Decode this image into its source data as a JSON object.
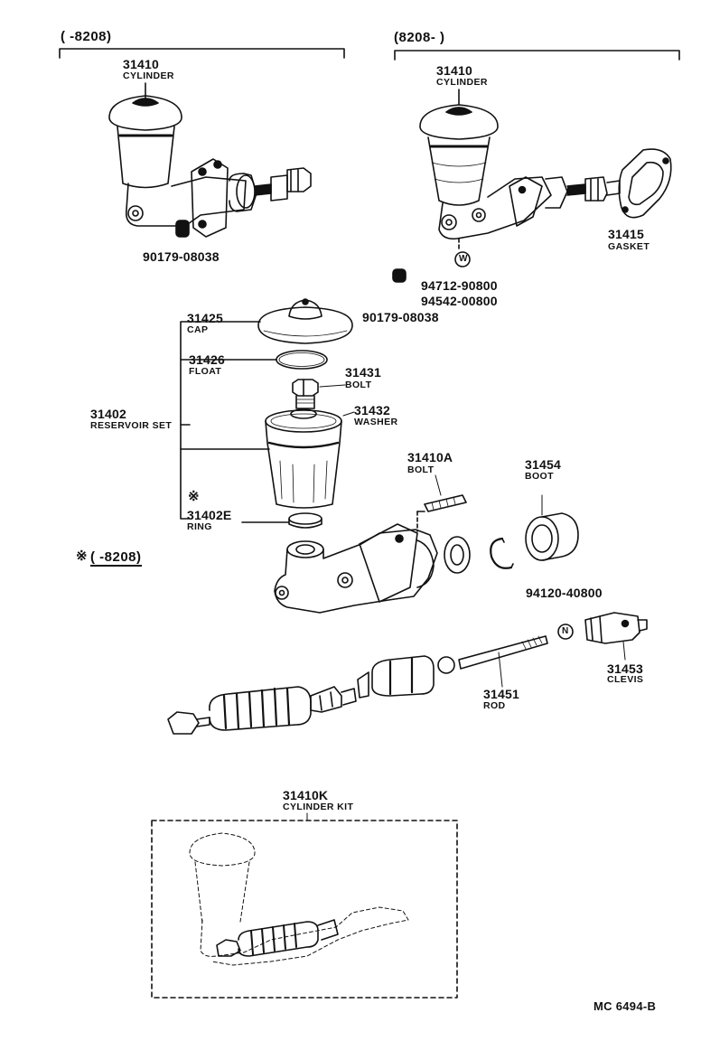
{
  "diagram": {
    "ranges": {
      "left": "(       -8208)",
      "right": "(8208-        )",
      "note_mark": "※",
      "note_range": "(       -8208)"
    },
    "top_left": {
      "cylinder_no": "31410",
      "cylinder_name": "CYLINDER",
      "plug_no": "90179-08038"
    },
    "top_right": {
      "cylinder_no": "31410",
      "cylinder_name": "CYLINDER",
      "gasket_no": "31415",
      "gasket_name": "GASKET",
      "washer_no_1": "94712-90800",
      "washer_no_2": "94542-00800",
      "plug_no": "90179-08038"
    },
    "reservoir": {
      "set_no": "31402",
      "set_name": "RESERVOIR SET",
      "cap_no": "31425",
      "cap_name": "CAP",
      "float_no": "31426",
      "float_name": "FLOAT",
      "bolt_no": "31431",
      "bolt_name": "BOLT",
      "washer_no": "31432",
      "washer_name": "WASHER",
      "ring_mark": "※",
      "ring_no": "31402E",
      "ring_name": "RING"
    },
    "body": {
      "bolt_no": "31410A",
      "bolt_name": "BOLT",
      "boot_no": "31454",
      "boot_name": "BOOT",
      "nut_no": "94120-40800",
      "clevis_no": "31453",
      "clevis_name": "CLEVIS",
      "rod_no": "31451",
      "rod_name": "ROD"
    },
    "kit": {
      "kit_no": "31410K",
      "kit_name": "CYLINDER KIT"
    },
    "icons": {
      "washer_letter": "W",
      "nut_letter": "N"
    },
    "footer_code": "MC  6494-B"
  }
}
